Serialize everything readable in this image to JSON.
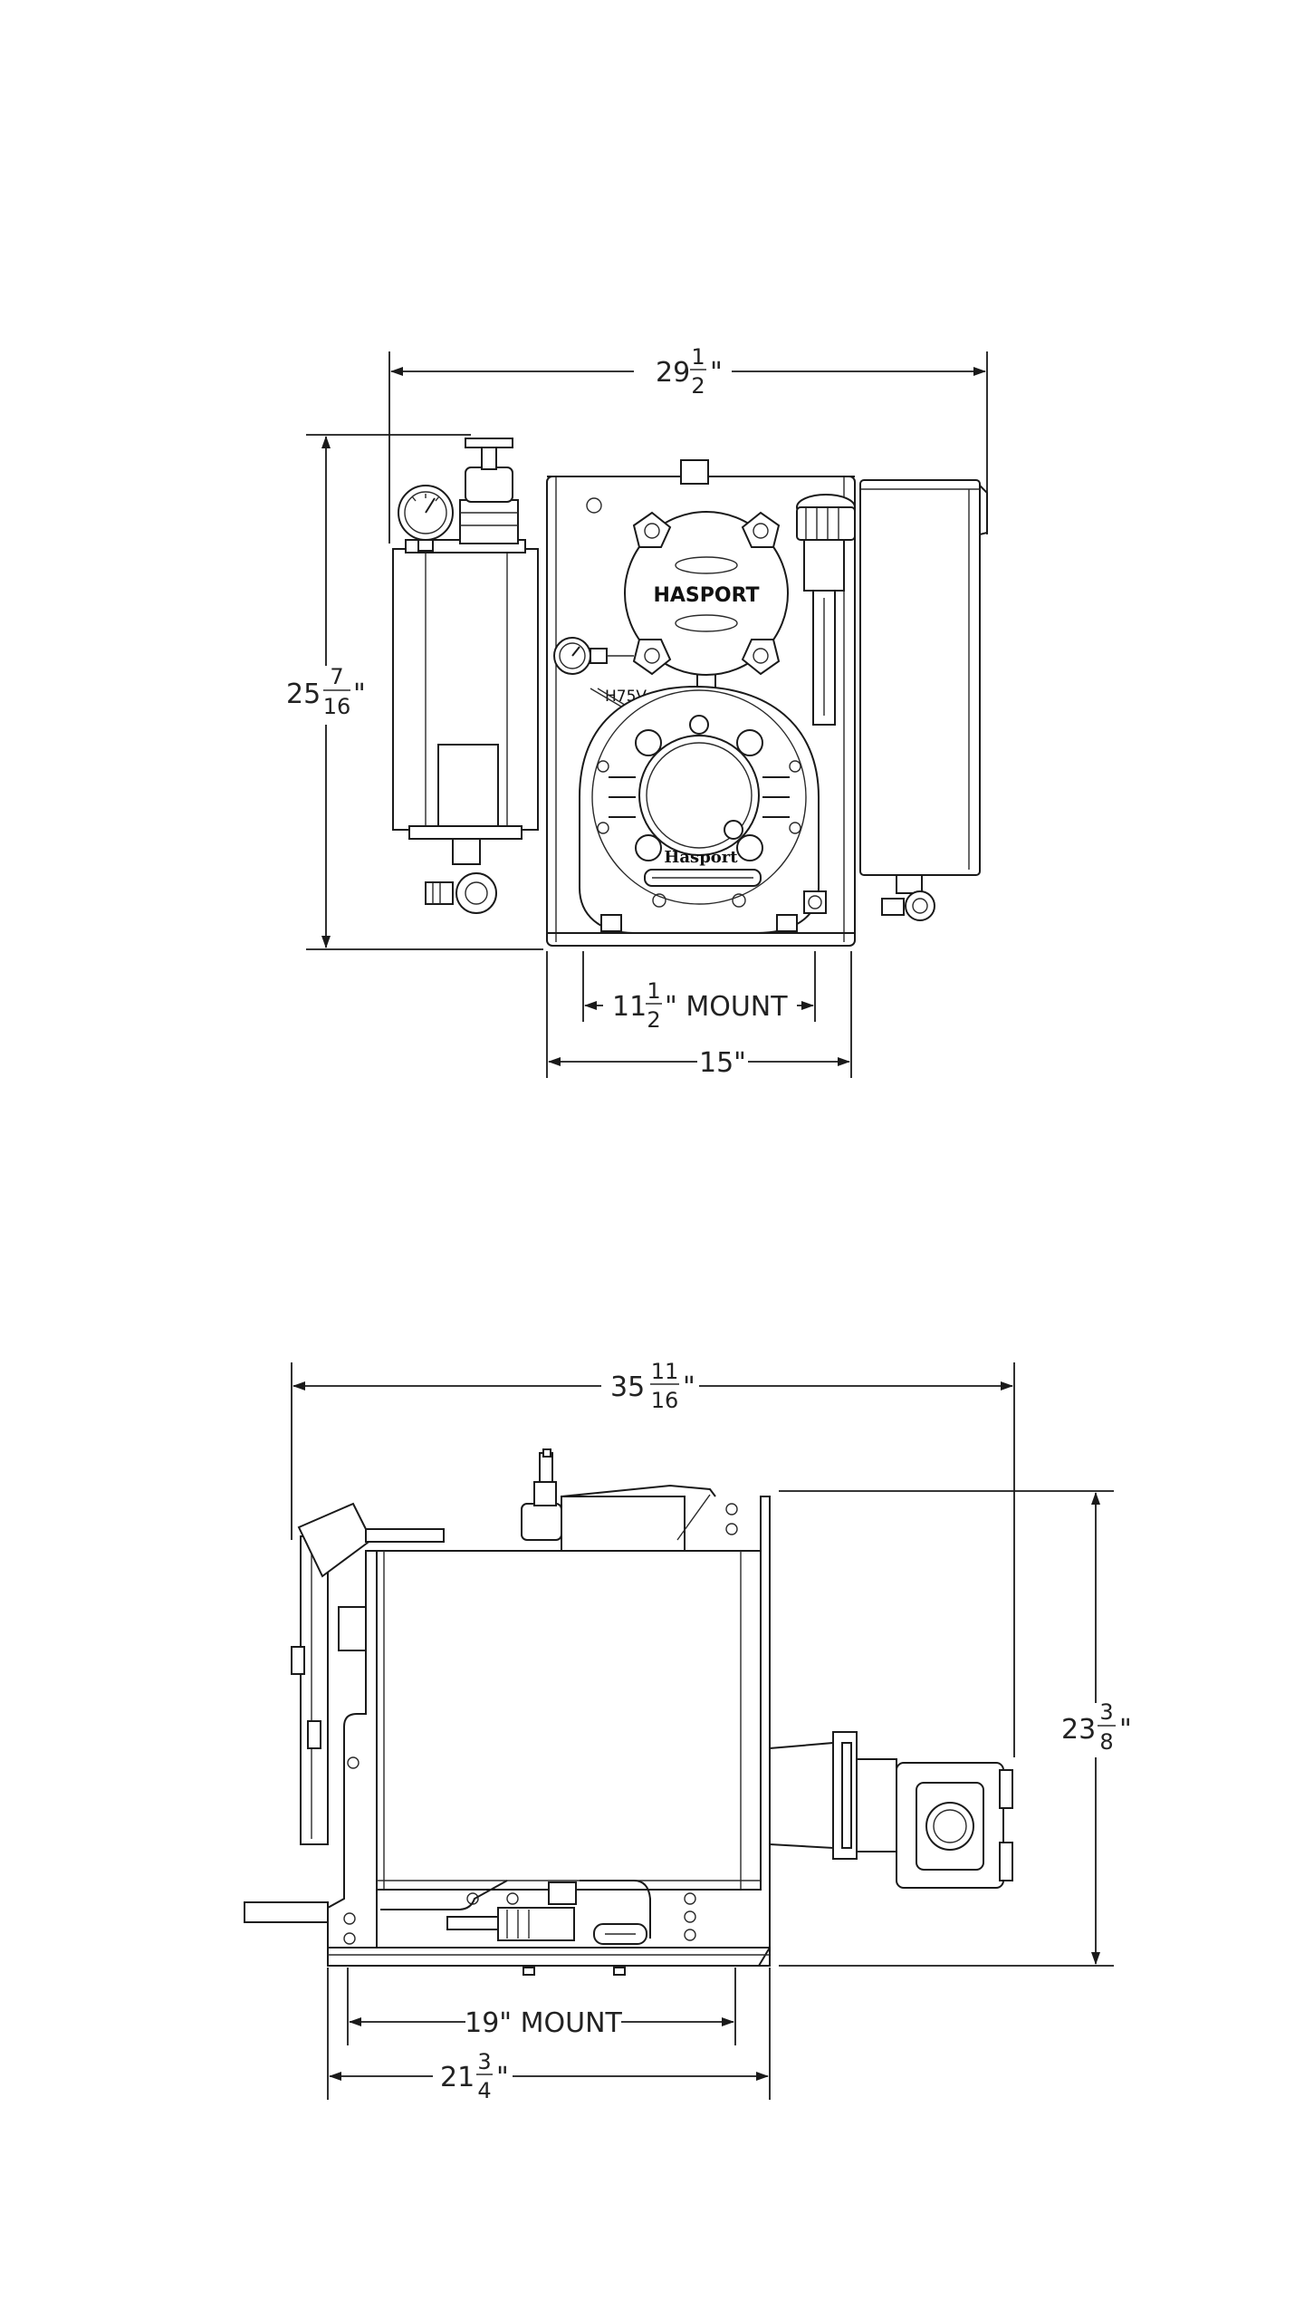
{
  "front_view": {
    "overall_width": {
      "whole": "29",
      "num": "1",
      "den": "2",
      "unit": "\""
    },
    "overall_height": {
      "whole": "25",
      "num": "7",
      "den": "16",
      "unit": "\""
    },
    "mount_width": {
      "whole": "11",
      "num": "1",
      "den": "2",
      "suffix": "\" MOUNT"
    },
    "base_width": "15\"",
    "brand_label": "HASPORT",
    "pump_label": "Hasport",
    "model_label": "H75V"
  },
  "side_view": {
    "overall_length": {
      "whole": "35",
      "num": "11",
      "den": "16",
      "unit": "\""
    },
    "overall_height": {
      "whole": "23",
      "num": "3",
      "den": "8",
      "unit": "\""
    },
    "mount_length": "19\" MOUNT",
    "base_length": {
      "whole": "21",
      "num": "3",
      "den": "4",
      "unit": "\""
    }
  }
}
